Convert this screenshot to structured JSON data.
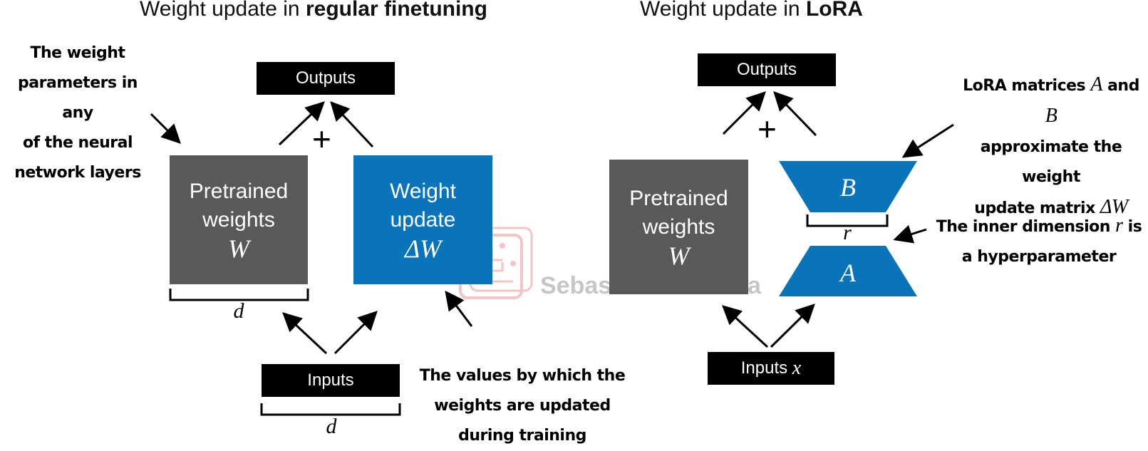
{
  "left": {
    "title_prefix": "Weight update in ",
    "title_bold": "regular finetuning",
    "outputs_label": "Outputs",
    "inputs_label": "Inputs",
    "plus": "+",
    "pretrained": {
      "line1": "Pretrained",
      "line2": "weights",
      "symbol": "W"
    },
    "update": {
      "line1": "Weight",
      "line2": "update",
      "symbol": "ΔW"
    },
    "dim_label_weights": "d",
    "dim_label_inputs": "d",
    "note_weights": [
      "The weight",
      "parameters in any",
      "of the neural",
      "network layers"
    ],
    "note_values": [
      "The values by which the",
      "weights are updated",
      "during training"
    ]
  },
  "right": {
    "title_prefix": "Weight update in ",
    "title_bold": "LoRA",
    "outputs_label": "Outputs",
    "inputs_label": "Inputs ",
    "inputs_symbol": "x",
    "plus": "+",
    "pretrained": {
      "line1": "Pretrained",
      "line2": "weights",
      "symbol": "W"
    },
    "matrix_b": "B",
    "matrix_a": "A",
    "dim_label_r": "r",
    "note_lora": {
      "line1_pre": "LoRA matrices ",
      "line1_a": "A",
      "line1_mid": " and ",
      "line1_b": "B",
      "line2": "approximate the weight",
      "line3_pre": "update matrix ",
      "line3_sym": "ΔW"
    },
    "note_inner": {
      "line1_pre": "The inner dimension ",
      "line1_sym": "r",
      "line1_post": " is",
      "line2": "a hyperparameter"
    }
  },
  "watermark": "Sebastian Raschka",
  "colors": {
    "gray_block": "#595959",
    "blue_block": "#0a74ba",
    "label_box": "#000000"
  }
}
